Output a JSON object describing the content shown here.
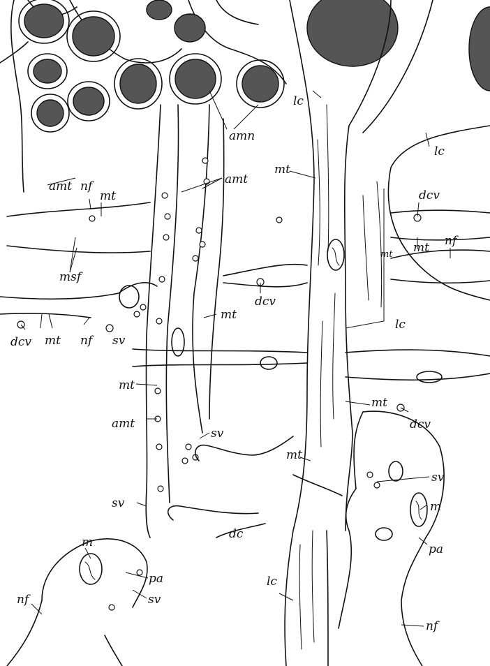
{
  "labels": {
    "amn": "amn",
    "amt": "amt",
    "nf": "nf",
    "mt": "mt",
    "lc": "lc",
    "dcv": "dcv",
    "msf": "msf",
    "sv": "sv",
    "dc": "dc",
    "m": "m",
    "pa": "pa"
  }
}
